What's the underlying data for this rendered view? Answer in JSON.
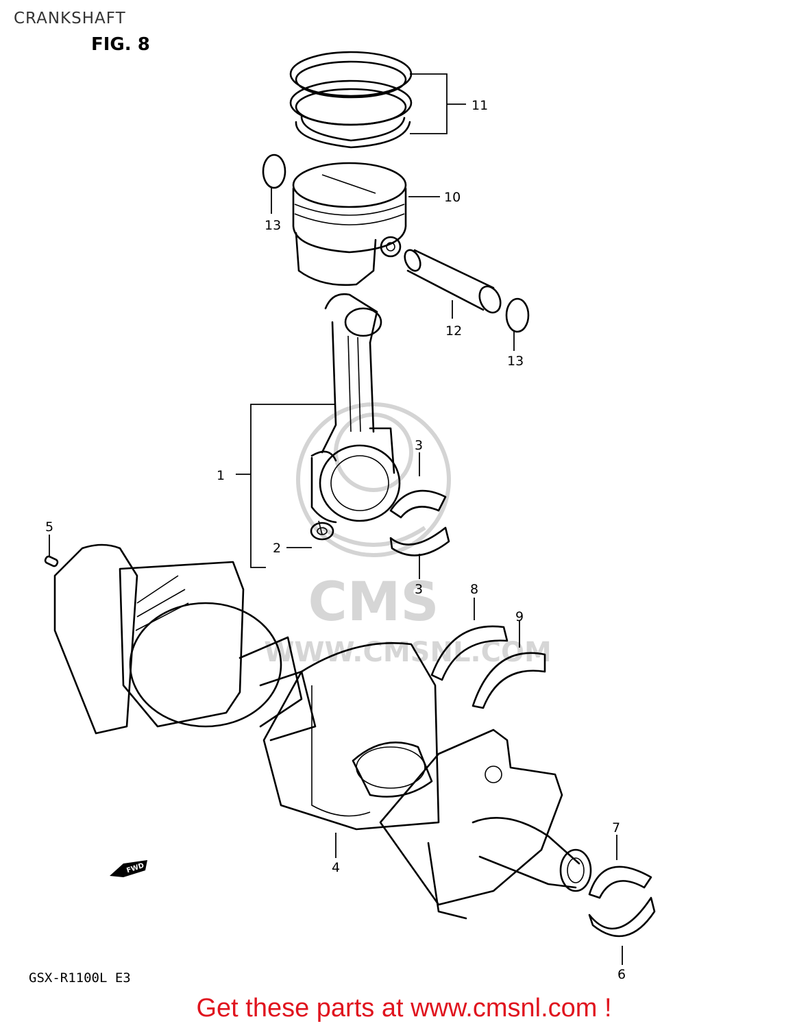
{
  "page": {
    "title": "CRANKSHAFT",
    "figure": "FIG. 8",
    "model_code": "GSX-R1100L  E3",
    "footer_banner": "Get these parts at www.cmsnl.com !",
    "fwd_badge": "FWD"
  },
  "watermark": {
    "logo_text": "CMS",
    "url_text": "WWW.CMSNL.COM"
  },
  "callouts": [
    {
      "id": "label-11",
      "text": "11"
    },
    {
      "id": "label-10",
      "text": "10"
    },
    {
      "id": "label-13a",
      "text": "13"
    },
    {
      "id": "label-12",
      "text": "12"
    },
    {
      "id": "label-13b",
      "text": "13"
    },
    {
      "id": "label-1",
      "text": "1"
    },
    {
      "id": "label-2",
      "text": "2"
    },
    {
      "id": "label-3a",
      "text": "3"
    },
    {
      "id": "label-3b",
      "text": "3"
    },
    {
      "id": "label-5",
      "text": "5"
    },
    {
      "id": "label-8",
      "text": "8"
    },
    {
      "id": "label-9",
      "text": "9"
    },
    {
      "id": "label-4",
      "text": "4"
    },
    {
      "id": "label-7",
      "text": "7"
    },
    {
      "id": "label-6",
      "text": "6"
    }
  ],
  "colors": {
    "line": "#000000",
    "background": "#ffffff",
    "banner": "#e0141e",
    "watermark": "#d4d4d4"
  }
}
